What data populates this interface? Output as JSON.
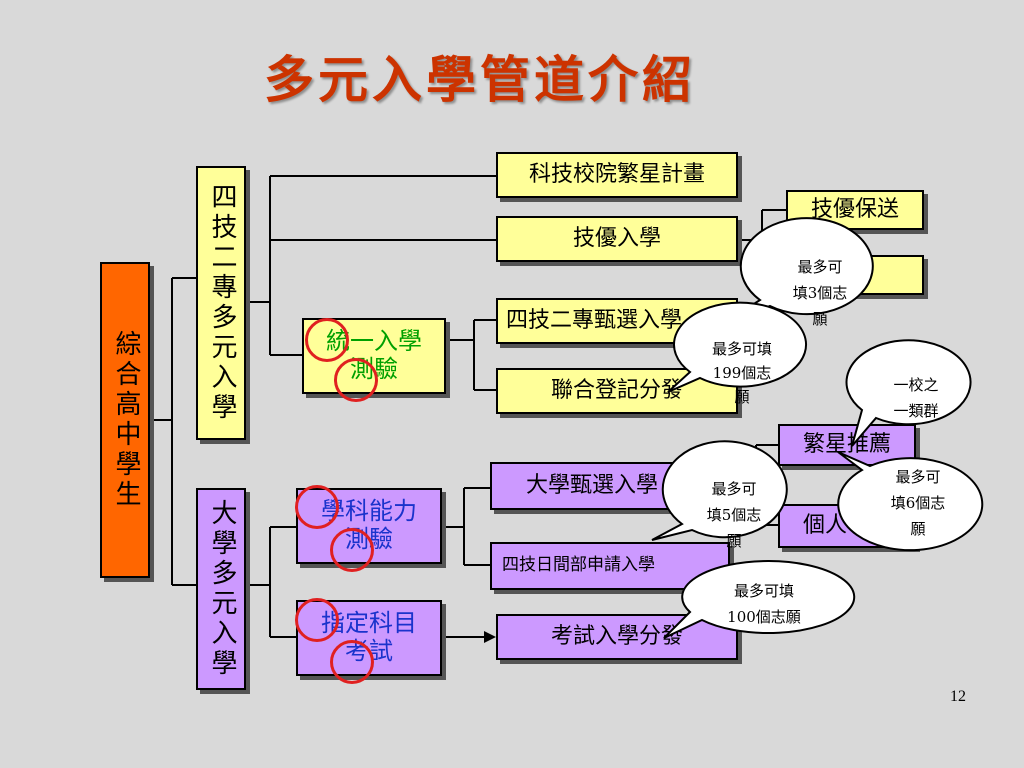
{
  "title": "多元入學管道介紹",
  "root": "綜合高中學生",
  "branch_four": "四技二專多元入學",
  "branch_univ": "大學多元入學",
  "exam_tongyi": {
    "line1": "統一入學",
    "line2": "測驗"
  },
  "exam_xueke": {
    "line1": "學科能力",
    "line2": "測驗"
  },
  "exam_zhiding": {
    "line1": "指定科目",
    "line2": "考試"
  },
  "channels": {
    "fanxing_tech": "科技校院繁星計畫",
    "jiyou": "技優入學",
    "jiyou_baosong": "技優保送",
    "four_tech_select": "四技二專甄選入學",
    "joint_dist": "聯合登記分發",
    "fanxing_univ": "繁星推薦",
    "univ_select": "大學甄選入學",
    "personal_apply": "個人申請",
    "day_apply": "四技日間部申請入學",
    "exam_dist": "考試入學分發"
  },
  "callouts": {
    "c1": [
      "最多可",
      "填3個志",
      "願"
    ],
    "c2": [
      "最多可填",
      "199個志",
      "願"
    ],
    "c3": [
      "一校之",
      "一類群"
    ],
    "c4": [
      "最多可",
      "填5個志",
      "願"
    ],
    "c5": [
      "最多可",
      "填6個志",
      "願"
    ],
    "c6": [
      "最多可填",
      "100個志願"
    ]
  },
  "page_number": "12",
  "colors": {
    "yellow": "#ffff99",
    "purple": "#cc99ff",
    "orange": "#ff6600",
    "title": "#cc3300",
    "circle": "#e02020"
  }
}
